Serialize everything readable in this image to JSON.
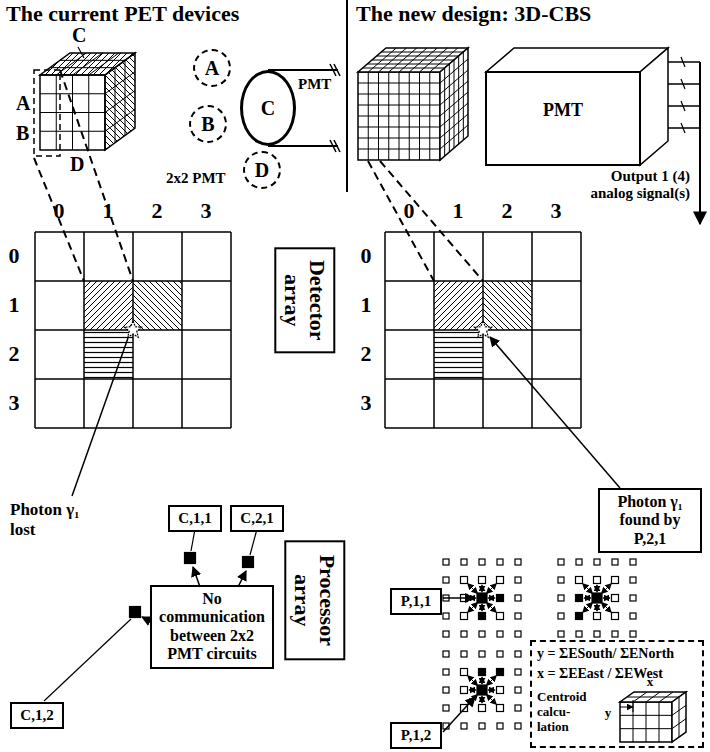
{
  "diagram": {
    "nodes": [
      {
        "text": [
          "A"
        ]
      },
      {
        "text": [
          "B"
        ]
      },
      {
        "text": [
          "C"
        ]
      },
      {
        "text": [
          "D"
        ]
      },
      {
        "text": [
          "Detector array"
        ]
      },
      {
        "text": [
          "C,1,1"
        ]
      },
      {
        "text": [
          "C,2,1"
        ]
      },
      {
        "text": [
          "No communication between 2x2 PMT circuits"
        ]
      },
      {
        "text": [
          "C,1,2"
        ]
      },
      {
        "text": [
          "Processor array"
        ]
      },
      {
        "text": [
          "Photon γ₁ found by P,2,1"
        ]
      },
      {
        "text": [
          "P,1,1"
        ]
      },
      {
        "text": [
          "y = ΣESouth/ ΣENorth",
          "x = ΣEEast / ΣEWest",
          "Centroid calcu- lation"
        ]
      },
      {
        "text": [
          "P,1,2"
        ]
      }
    ],
    "labels": [
      "The current PET devices",
      "The new design: 3D-CBS",
      "C",
      "A",
      "B",
      "D",
      "PMT",
      "2x2 PMT",
      "PMT",
      "Output 1 (4) analog signal(s)",
      "0",
      "1",
      "2",
      "3",
      "0",
      "1",
      "2",
      "3",
      "0",
      "1",
      "2",
      "3",
      "0",
      "1",
      "2",
      "3",
      "Photon γ₁ lost",
      "x",
      "y"
    ]
  }
}
